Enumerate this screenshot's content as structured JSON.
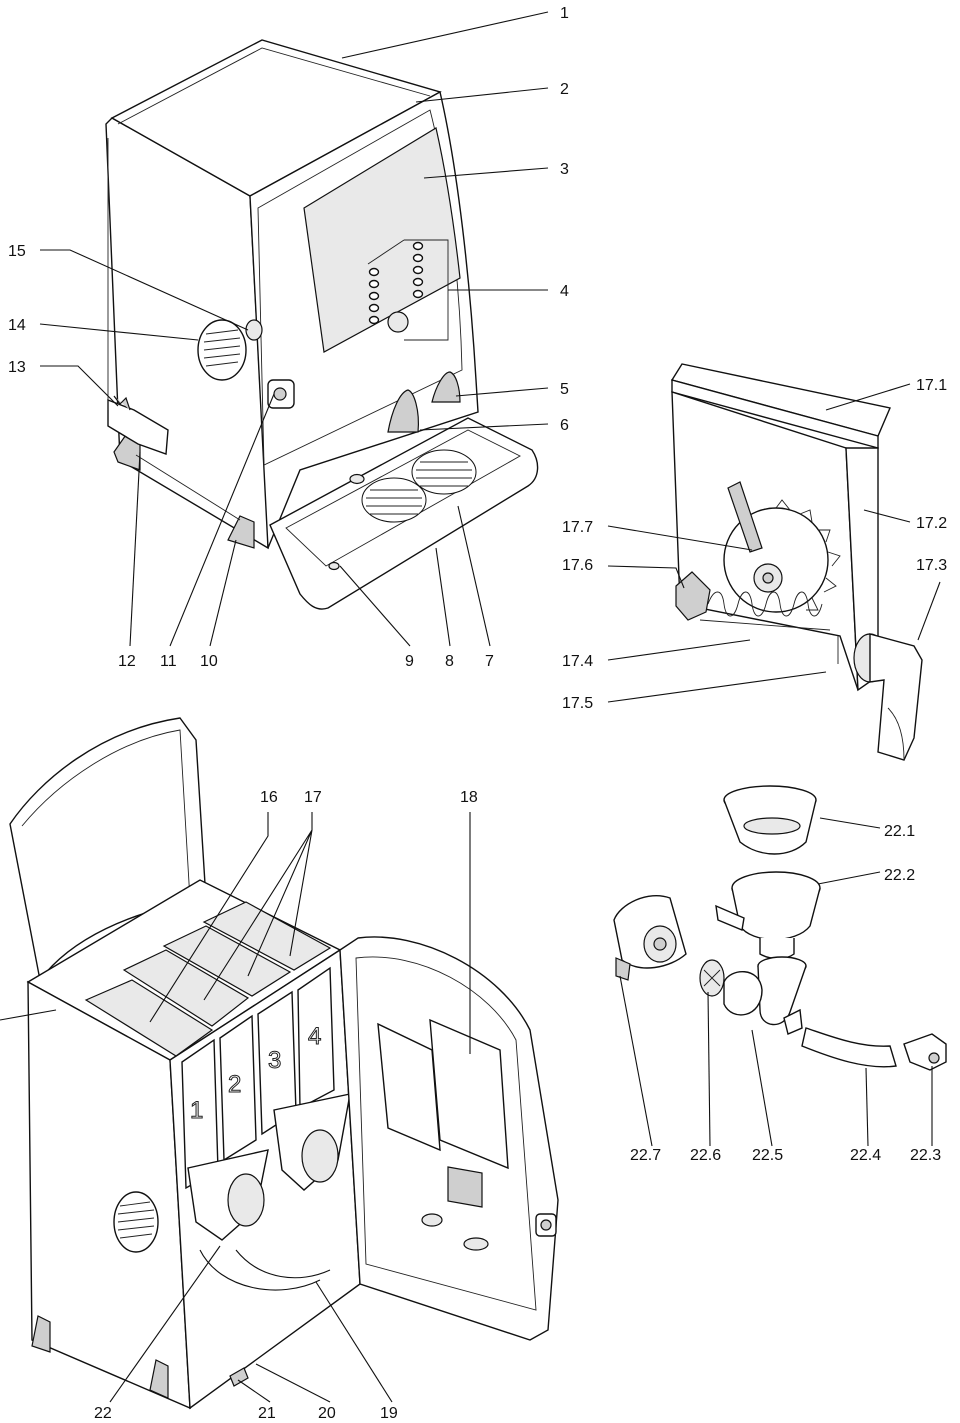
{
  "figure": {
    "callouts": {
      "c1": "1",
      "c2": "2",
      "c3": "3",
      "c4": "4",
      "c5": "5",
      "c6": "6",
      "c7": "7",
      "c8": "8",
      "c9": "9",
      "c10": "10",
      "c11": "11",
      "c12": "12",
      "c13": "13",
      "c14": "14",
      "c15": "15",
      "c16": "16",
      "c17": "17",
      "c18": "18",
      "c19": "19",
      "c20": "20",
      "c21": "21",
      "c22": "22",
      "c17_1": "17.1",
      "c17_2": "17.2",
      "c17_3": "17.3",
      "c17_4": "17.4",
      "c17_5": "17.5",
      "c17_6": "17.6",
      "c17_7": "17.7",
      "c22_1": "22.1",
      "c22_2": "22.2",
      "c22_3": "22.3",
      "c22_4": "22.4",
      "c22_5": "22.5",
      "c22_6": "22.6",
      "c22_7": "22.7"
    },
    "canister_numbers": {
      "n1": "1",
      "n2": "2",
      "n3": "3",
      "n4": "4"
    }
  }
}
